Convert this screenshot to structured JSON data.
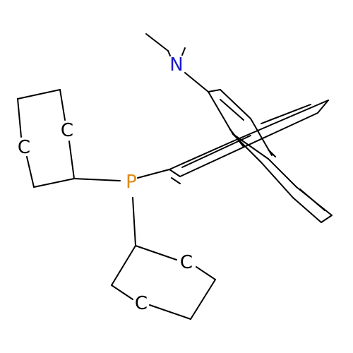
{
  "colors": {
    "background": "#ffffff",
    "bond": "#000000",
    "phosphorus": "#e08a1a",
    "nitrogen": "#1a1acc",
    "carbon": "#000000"
  },
  "atoms": {
    "nitrogen": "N",
    "phosphorus": "P",
    "carbon_upper_ring": "C",
    "carbon_upper_ring_2": "C",
    "carbon_lower_ring": "C",
    "carbon_lower_ring_2": "C"
  }
}
